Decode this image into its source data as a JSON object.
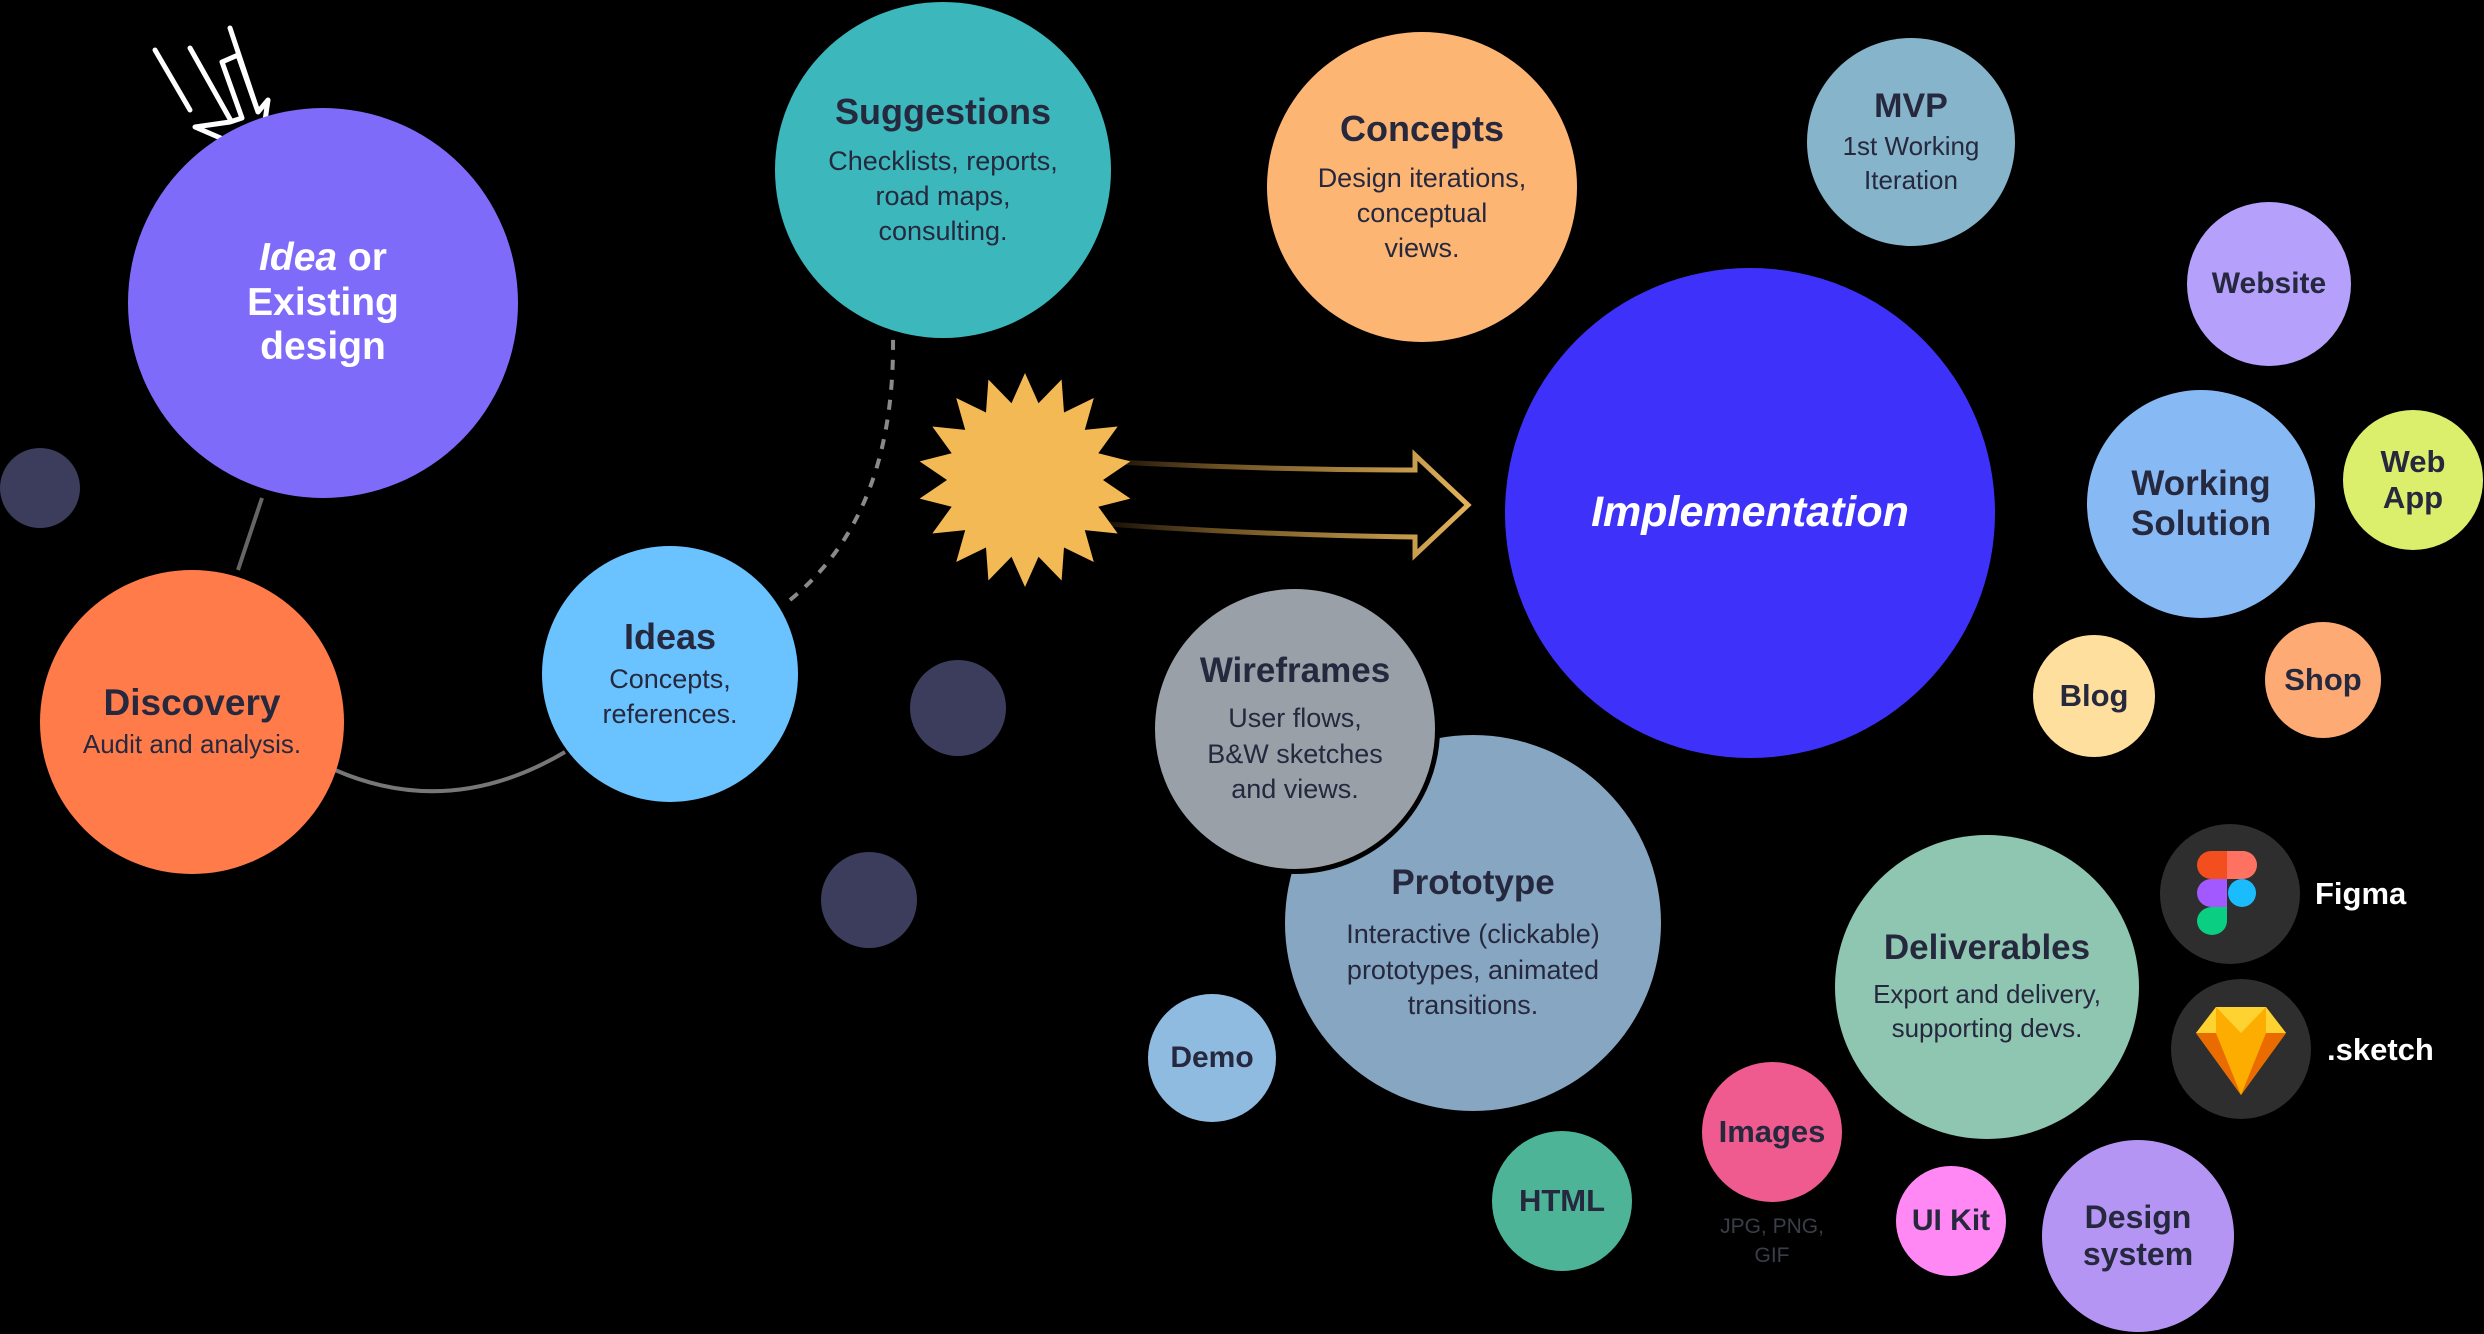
{
  "nodes": {
    "idea": {
      "title_em": "Idea",
      "title_rest": " or",
      "title_line2": "Existing",
      "title_line3": "design"
    },
    "discovery": {
      "title": "Discovery",
      "subtitle": "Audit and analysis."
    },
    "ideas": {
      "title": "Ideas",
      "subtitle_1": "Concepts,",
      "subtitle_2": "references."
    },
    "suggestions": {
      "title": "Suggestions",
      "subtitle_1": "Checklists, reports,",
      "subtitle_2": "road maps,",
      "subtitle_3": "consulting."
    },
    "concepts": {
      "title": "Concepts",
      "subtitle_1": "Design iterations,",
      "subtitle_2": "conceptual",
      "subtitle_3": "views."
    },
    "mvp": {
      "title": "MVP",
      "subtitle_1": "1st Working",
      "subtitle_2": "Iteration"
    },
    "implementation": {
      "title": "Implementation"
    },
    "website": {
      "title": "Website"
    },
    "working_solution": {
      "title_1": "Working",
      "title_2": "Solution"
    },
    "web_app": {
      "title_1": "Web",
      "title_2": "App"
    },
    "blog": {
      "title": "Blog"
    },
    "shop": {
      "title": "Shop"
    },
    "wireframes": {
      "title": "Wireframes",
      "subtitle_1": "User flows,",
      "subtitle_2": "B&W sketches",
      "subtitle_3": "and views."
    },
    "prototype": {
      "title": "Prototype",
      "subtitle_1": "Interactive (clickable)",
      "subtitle_2": "prototypes, animated",
      "subtitle_3": "transitions."
    },
    "demo": {
      "title": "Demo"
    },
    "html": {
      "title": "HTML"
    },
    "deliverables": {
      "title": "Deliverables",
      "subtitle_1": "Export and delivery,",
      "subtitle_2": "supporting devs."
    },
    "images": {
      "title": "Images",
      "note_1": "JPG, PNG,",
      "note_2": "GIF"
    },
    "ui_kit": {
      "title": "UI Kit"
    },
    "design_system": {
      "title_1": "Design",
      "title_2": "system"
    }
  },
  "tools": {
    "figma": {
      "label": "Figma",
      "icon": "figma-logo-icon"
    },
    "sketch": {
      "label": ".sketch",
      "icon": "sketch-diamond-icon"
    }
  },
  "colors": {
    "idea": "#7f6bfa",
    "discovery": "#ff7c4a",
    "ideas": "#6ac3ff",
    "suggestions": "#3cb8bc",
    "concepts": "#fdb574",
    "mvp": "#86b4ca",
    "implementation": "#3e32fa",
    "website": "#b5a1fb",
    "working_solution": "#87b9f5",
    "web_app": "#dcef6c",
    "blog": "#ffdf9e",
    "shop": "#fdaa74",
    "wireframes": "#9aa0a8",
    "prototype": "#86a6c1",
    "demo": "#8fbbe0",
    "html": "#4db498",
    "deliverables": "#8ec6b2",
    "images": "#ef5b8e",
    "ui_kit": "#ff88f5",
    "design_system": "#b495f4",
    "dots": "#3c3c5c",
    "burst": "#f2b955"
  }
}
